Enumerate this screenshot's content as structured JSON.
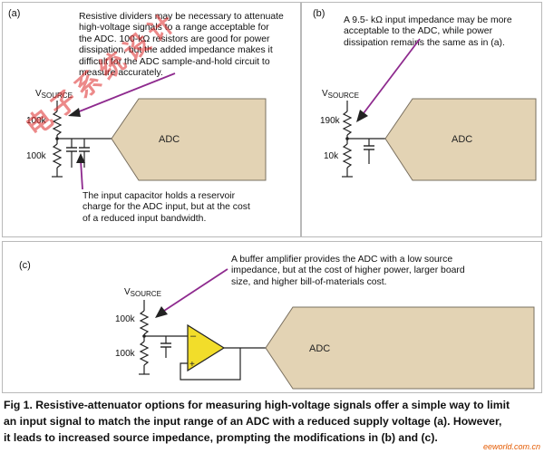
{
  "panel_a": {
    "label": "(a)",
    "note_top": [
      "Resistive dividers may be necessary to attenuate",
      "high-voltage signals to a range acceptable for",
      "the ADC. 100-kΩ resistors are good for power",
      "dissipation, but the added impedance makes it",
      "difficult for the ADC sample-and-hold circuit to",
      "measure accurately."
    ],
    "note_bottom": [
      "The input capacitor holds a reservoir",
      "charge for the ADC input, but at the cost",
      "of a reduced input bandwidth."
    ],
    "vsource_main": "V",
    "vsource_sub": "SOURCE",
    "r_top": "100k",
    "r_bottom": "100k",
    "adc": "ADC"
  },
  "panel_b": {
    "label": "(b)",
    "note": [
      "A 9.5- kΩ input impedance may be more",
      "acceptable to the ADC, while power",
      "dissipation remains the same as in (a)."
    ],
    "vsource_main": "V",
    "vsource_sub": "SOURCE",
    "r_top": "190k",
    "r_bottom": "10k",
    "adc": "ADC"
  },
  "panel_c": {
    "label": "(c)",
    "note": [
      "A buffer amplifier provides the ADC with a low source",
      "impedance, but at the cost of higher power, larger board",
      "size, and higher bill-of-materials cost."
    ],
    "vsource_main": "V",
    "vsource_sub": "SOURCE",
    "r_top": "100k",
    "r_bottom": "100k",
    "opamp_minus": "–",
    "opamp_plus": "+",
    "adc": "ADC"
  },
  "caption": [
    "Fig 1. Resistive-attenuator options for measuring high-voltage signals offer a simple way to limit",
    "an input signal to match the input range of an ADC with a reduced supply voltage (a). However,",
    "it leads to increased source impedance, prompting the modifications in (b) and (c)."
  ],
  "watermark": "电子系统设计",
  "site_logo": "eeworld.com.cn",
  "colors": {
    "adc_fill": "#e3d3b4",
    "adc_stroke": "#7a7060",
    "arrow": "#8e2a8e",
    "opamp_fill": "#f2dd2a",
    "wire": "#222222",
    "border": "#b9b9b9"
  }
}
